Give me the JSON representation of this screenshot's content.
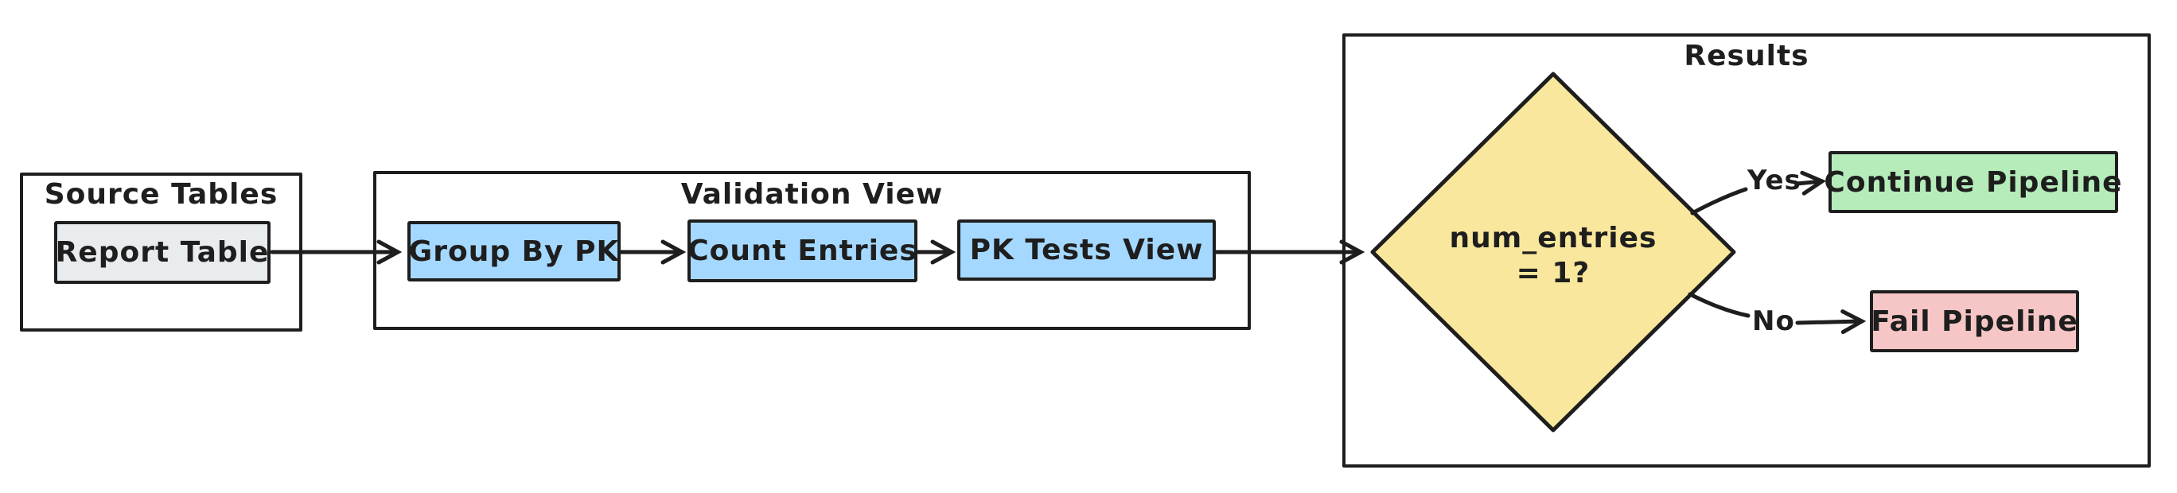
{
  "diagram": {
    "type": "flowchart",
    "background": "#ffffff",
    "stroke_color": "#1e1e1e"
  },
  "groups": {
    "source_tables": {
      "label": "Source Tables"
    },
    "validation_view": {
      "label": "Validation View"
    },
    "results": {
      "label": "Results"
    }
  },
  "nodes": {
    "report_table": {
      "label": "Report Table",
      "fill": "#e9ecef"
    },
    "group_by_pk": {
      "label": "Group By PK",
      "fill": "#a5d8ff"
    },
    "count_entries": {
      "label": "Count Entries",
      "fill": "#a5d8ff"
    },
    "pk_tests_view": {
      "label": "PK Tests View",
      "fill": "#a5d8ff"
    },
    "decision": {
      "label": "num_entries",
      "sublabel": "= 1?",
      "fill": "#f8e79c"
    },
    "continue_pipeline": {
      "label": "Continue Pipeline",
      "fill": "#b5ecba"
    },
    "fail_pipeline": {
      "label": "Fail Pipeline",
      "fill": "#f6c6c6"
    }
  },
  "edges": {
    "yes": {
      "label": "Yes"
    },
    "no": {
      "label": "No"
    },
    "flow": [
      "Report Table -> Group By PK",
      "Group By PK -> Count Entries",
      "Count Entries -> PK Tests View",
      "PK Tests View -> num_entries = 1?",
      "num_entries = 1? -Yes-> Continue Pipeline",
      "num_entries = 1? -No-> Fail Pipeline"
    ]
  }
}
